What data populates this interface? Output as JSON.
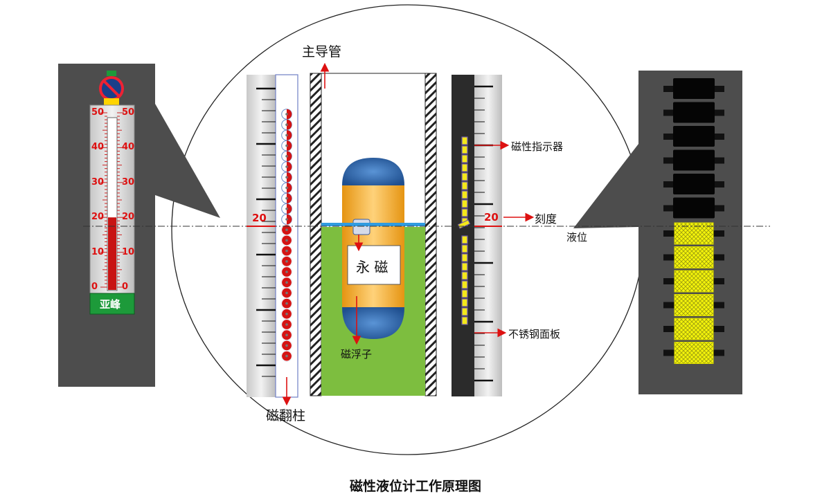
{
  "caption": "磁性液位计工作原理图",
  "labels": {
    "main_tube": "主导管",
    "indicator": "磁性指示器",
    "scale": "刻度",
    "liquid_level": "液位",
    "stainless_panel": "不锈钢面板",
    "float": "磁浮子",
    "flip_column": "磁翻柱",
    "magnet": "永 磁"
  },
  "left_gauge": {
    "brand": "亚峰",
    "scale_values": [
      "50",
      "40",
      "30",
      "20",
      "10",
      "0"
    ],
    "liquid_level_value": 20,
    "scale_max": 50
  },
  "center": {
    "level_mark": "20",
    "panel_mark": "20"
  },
  "right_panel": {
    "black_cells": 6,
    "yellow_cells": 6
  },
  "colors": {
    "red": "#d11",
    "liquid_green": "#7dbe3f",
    "float_orange": "#f0a924",
    "float_blue": "#2f6db0",
    "indicator_yellow": "#f4f40a",
    "panel_gray": "#4d4d4d",
    "gauge_green": "#1d9a3a"
  }
}
